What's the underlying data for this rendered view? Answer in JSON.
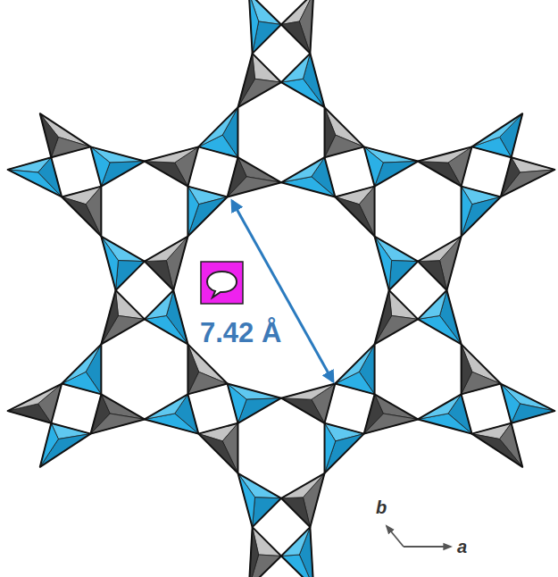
{
  "diagram": {
    "labels": [
      "7.42 Å",
      "b",
      "a"
    ]
  }
}
